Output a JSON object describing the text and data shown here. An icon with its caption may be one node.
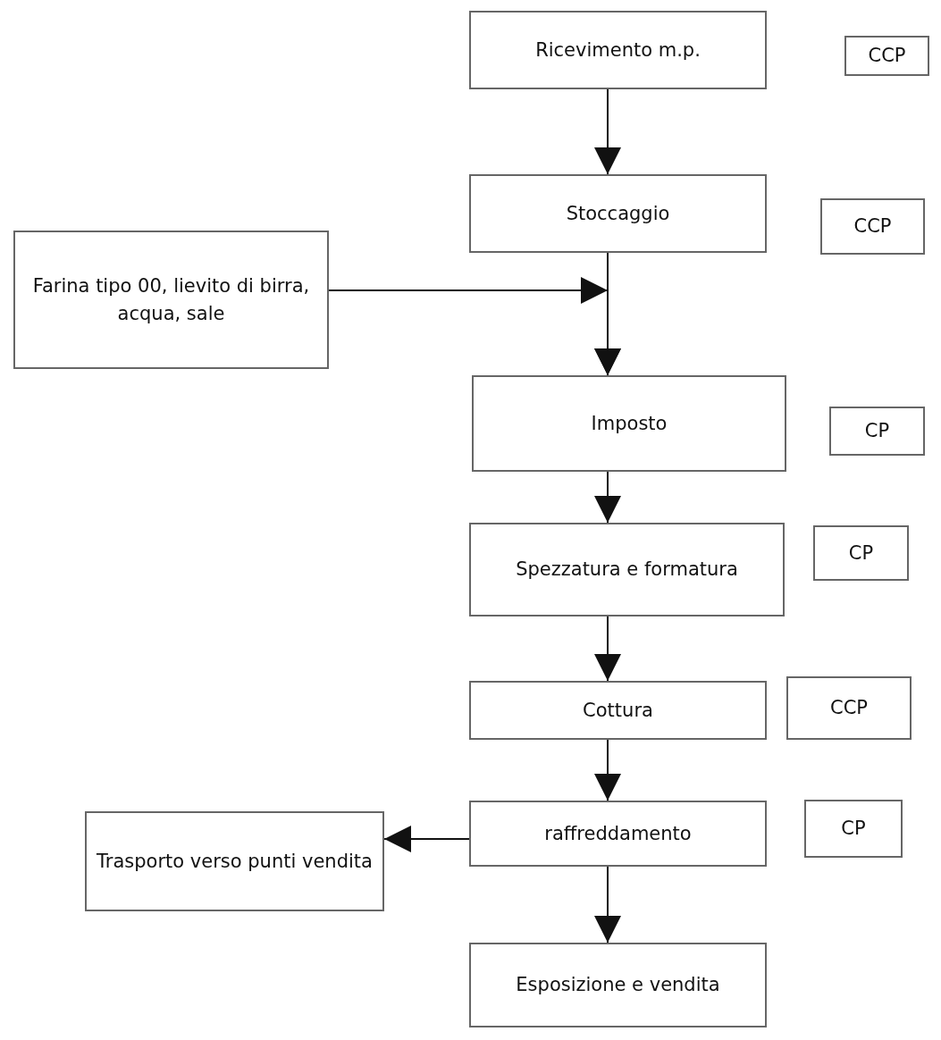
{
  "diagram": {
    "nodes": [
      {
        "text": [
          "Ricevimento m.p."
        ]
      },
      {
        "text": [
          "CCP"
        ]
      },
      {
        "text": [
          "Stoccaggio"
        ]
      },
      {
        "text": [
          "CCP"
        ]
      },
      {
        "text": [
          "Farina tipo 00, lievito di birra, acqua, sale"
        ]
      },
      {
        "text": [
          "Imposto"
        ]
      },
      {
        "text": [
          "CP"
        ]
      },
      {
        "text": [
          "Spezzatura e formatura"
        ]
      },
      {
        "text": [
          "CP"
        ]
      },
      {
        "text": [
          "Cottura"
        ]
      },
      {
        "text": [
          "CCP"
        ]
      },
      {
        "text": [
          "Trasporto verso punti vendita"
        ]
      },
      {
        "text": [
          "raffreddamento"
        ]
      },
      {
        "text": [
          "CP"
        ]
      },
      {
        "text": [
          "Esposizione e vendita"
        ]
      }
    ],
    "edges": [
      {
        "from": 0,
        "to": 2,
        "arrow": "to"
      },
      {
        "from": 2,
        "to": 5,
        "arrow": "to"
      },
      {
        "from": 4,
        "to": 5,
        "arrow": "to"
      },
      {
        "from": 5,
        "to": 7,
        "arrow": "to"
      },
      {
        "from": 7,
        "to": 9,
        "arrow": "to"
      },
      {
        "from": 9,
        "to": 12,
        "arrow": "to"
      },
      {
        "from": 12,
        "to": 11,
        "arrow": "to"
      },
      {
        "from": 12,
        "to": 14,
        "arrow": "to"
      }
    ]
  }
}
